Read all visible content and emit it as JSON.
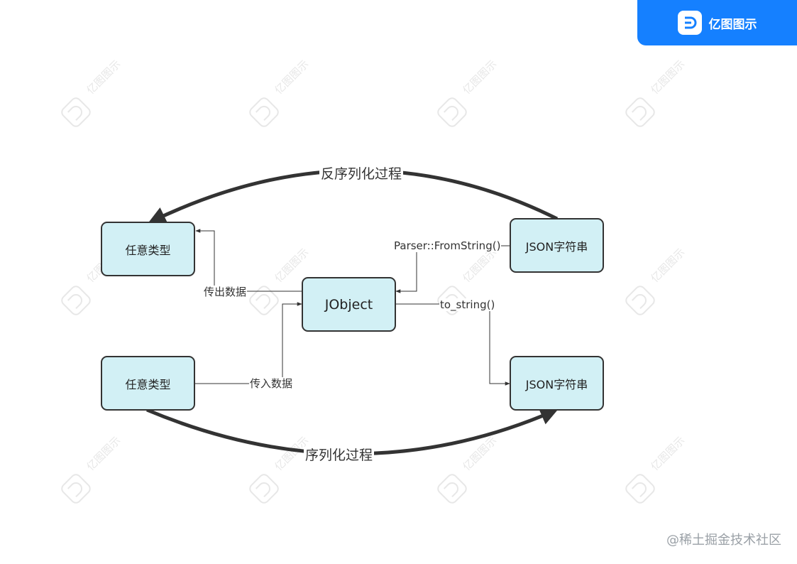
{
  "brand": {
    "name": "亿图图示",
    "logo_icon": "edraw-logo-icon",
    "color": "#1580ff"
  },
  "nodes": {
    "any_type_top": "任意类型",
    "any_type_bottom": "任意类型",
    "jobject": "JObject",
    "json_top": "JSON字符串",
    "json_bottom": "JSON字符串"
  },
  "edges": {
    "deserialize": "反序列化过程",
    "serialize": "序列化过程",
    "parser": "Parser::FromString()",
    "to_string": "to_string()",
    "output_data": "传出数据",
    "input_data": "传入数据"
  },
  "watermark": {
    "text": "亿图图示",
    "icon": "edraw-watermark-icon"
  },
  "footer": "@稀土掘金技术社区",
  "colors": {
    "node_fill": "#d2f0f5",
    "node_border": "#333333",
    "arrow": "#333333"
  }
}
